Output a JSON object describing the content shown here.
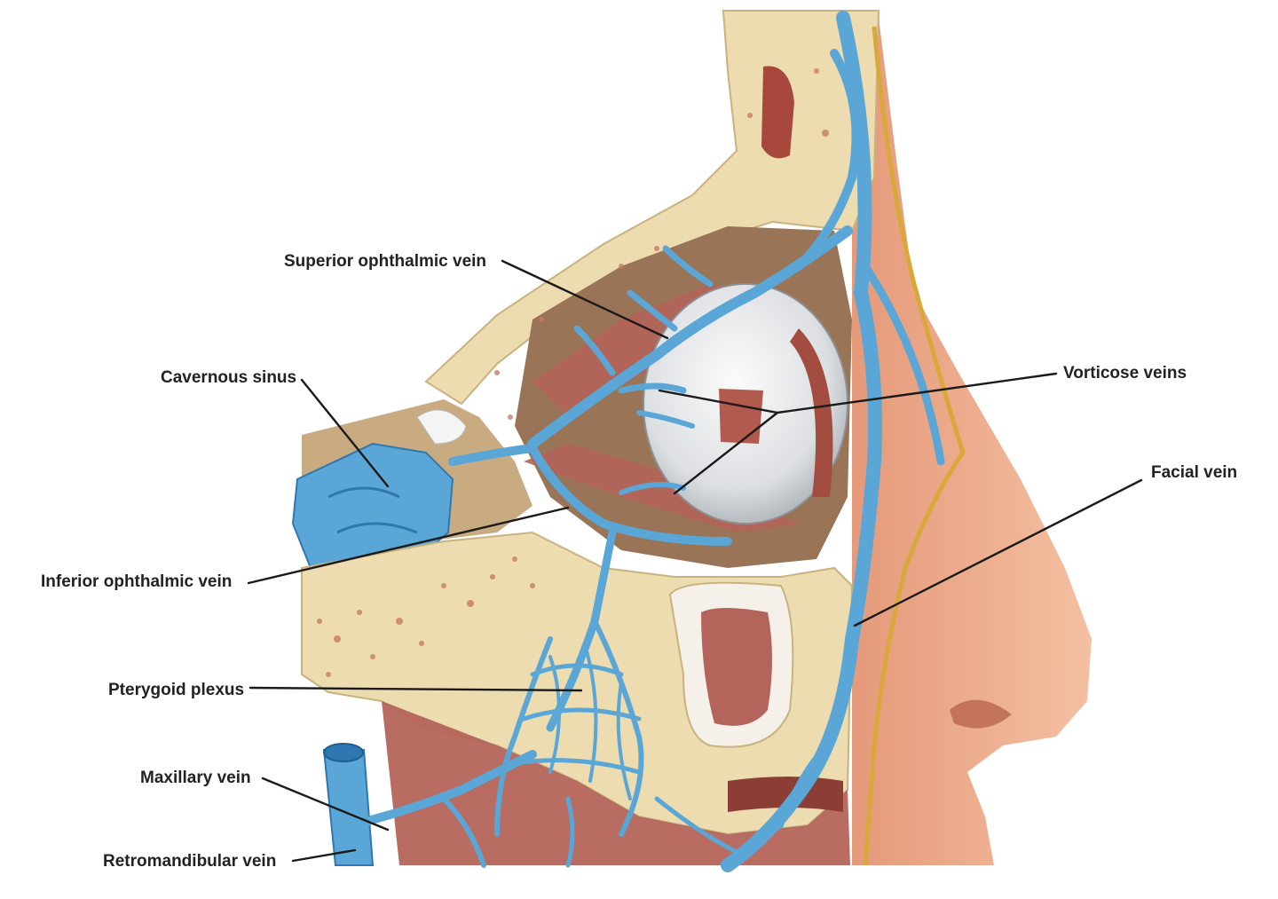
{
  "labels": {
    "superior_ophthalmic_vein": "Superior ophthalmic vein",
    "cavernous_sinus": "Cavernous sinus",
    "vorticose_veins": "Vorticose veins",
    "facial_vein": "Facial vein",
    "inferior_ophthalmic_vein": "Inferior ophthalmic vein",
    "pterygoid_plexus": "Pterygoid plexus",
    "maxillary_vein": "Maxillary vein",
    "retromandibular_vein": "Retromandibular vein"
  },
  "colors": {
    "vein": "#5aa6d6",
    "vein_dark": "#2f77b0",
    "bone": "#ecdcb0",
    "skin": "#efb291",
    "muscle": "#b4645a",
    "eyeball": "#e6e8ea",
    "nerve": "#d8a93a"
  }
}
